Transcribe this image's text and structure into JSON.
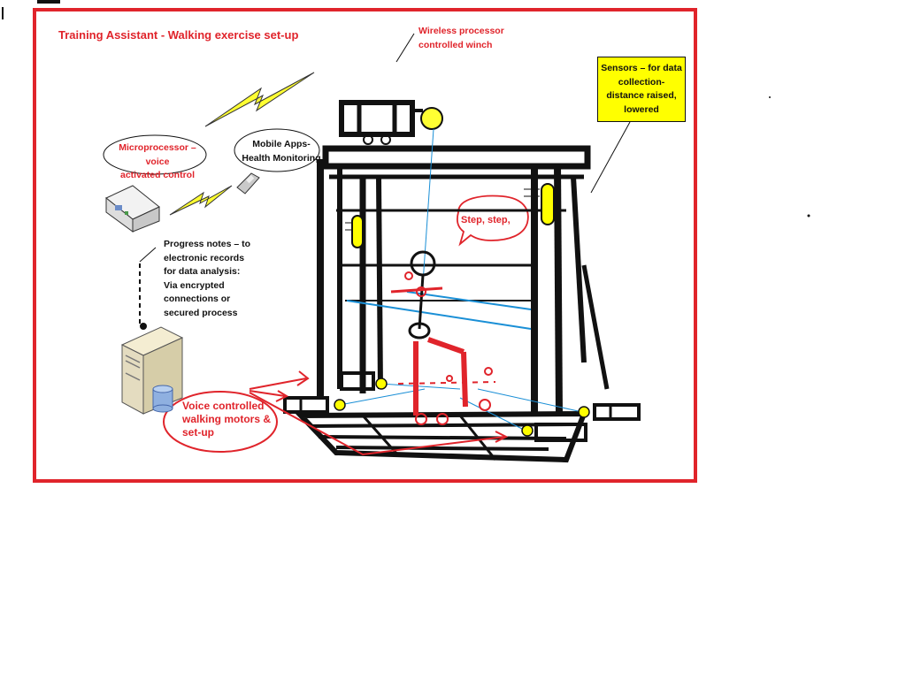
{
  "diagram": {
    "title": "Training Assistant - Walking exercise set-up",
    "winch_label": [
      "Wireless processor",
      "controlled winch"
    ],
    "sensors_label": [
      "Sensors – for data",
      "collection-",
      "distance raised,",
      "lowered"
    ],
    "microprocessor_label": [
      "Microprocessor – voice",
      "activated control"
    ],
    "mobile_label": [
      "Mobile Apps-",
      "Health Monitoring"
    ],
    "progress_label": [
      "Progress notes – to",
      "electronic records",
      "for data analysis:",
      "Via encrypted",
      "connections or",
      "secured process"
    ],
    "step_label": "Step, step,",
    "voice_label": [
      "Voice controlled",
      "walking motors &",
      "set-up"
    ]
  },
  "colors": {
    "frame_border": "#e0242b",
    "label_red": "#e0242b",
    "sensor_yellow": "#ffff00",
    "cable_blue": "#1a8fd6",
    "structure_black": "#111111"
  },
  "icons": [
    "lightning-icon",
    "microprocessor-device-icon",
    "mobile-phone-icon",
    "server-icon",
    "database-icon",
    "winch-icon",
    "stick-figure-icon"
  ]
}
